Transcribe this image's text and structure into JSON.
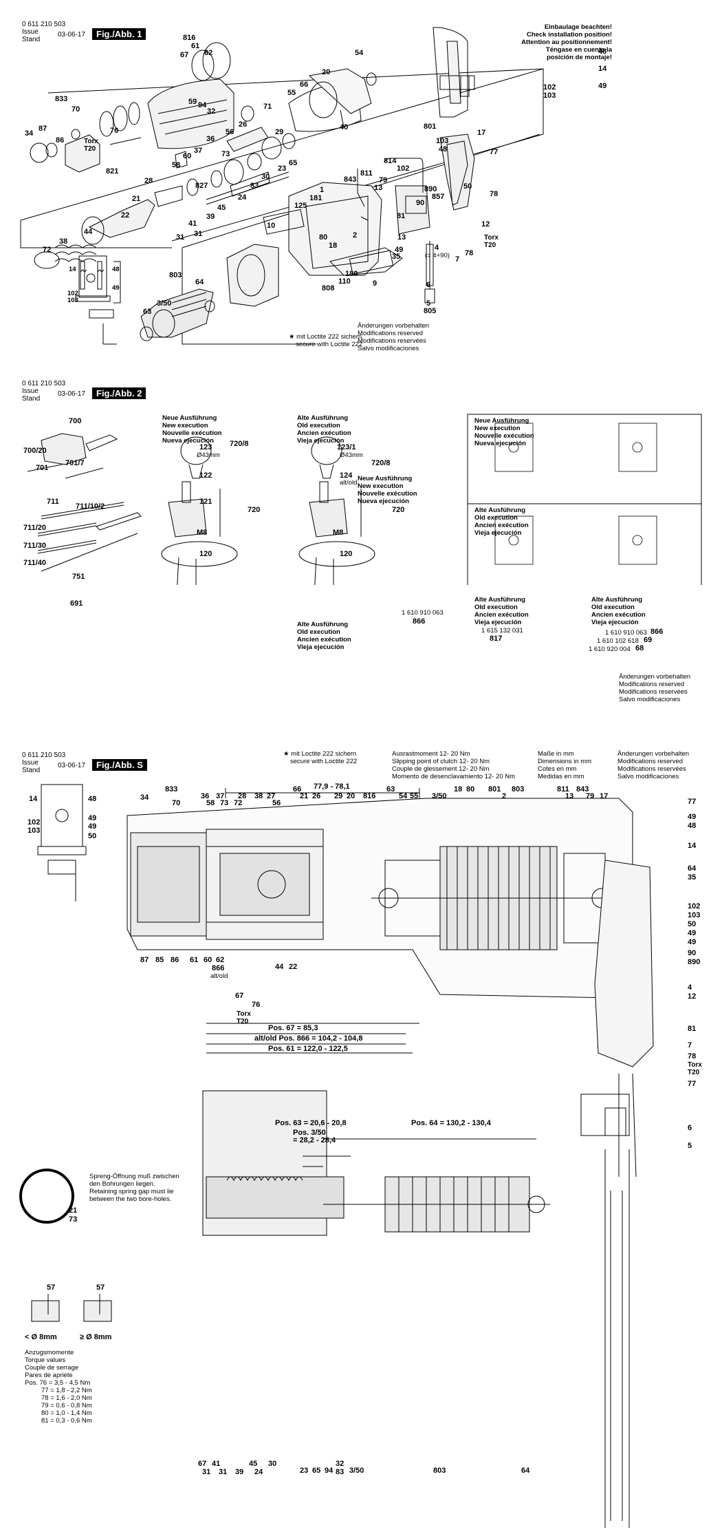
{
  "sheet1": {
    "part_no": "0 611 210 503",
    "issue_label": "Issue\nStand",
    "date": "03-06-17",
    "fig": "Fig./Abb. 1",
    "install_note": [
      "Einbaulage beachten!",
      "Check installation position!",
      "Attention au positionnement!",
      "Téngase en cuenta la",
      "posición de montaje!"
    ],
    "loctite": [
      "★ mit Loctite 222 sichern",
      "secure with Loctite 222"
    ],
    "mods": [
      "Änderungen vorbehalten",
      "Modifications reserved",
      "Modifications reservées",
      "Salvo modificaciones"
    ],
    "torx": "Torx\nT20",
    "labels": {
      "l816": "816",
      "l61": "61",
      "l67": "67",
      "l62": "62",
      "l54": "54",
      "l20": "20",
      "l833": "833",
      "l70": "70",
      "l66": "66",
      "l55": "55",
      "l59": "59",
      "l94": "94",
      "l32": "32",
      "l71": "71",
      "l87": "87",
      "l34": "34",
      "l86": "86",
      "l76": "76",
      "l26": "26",
      "l29": "29",
      "l40": "40",
      "l56": "56",
      "l36": "36",
      "l60": "60",
      "l37": "37",
      "l73": "73",
      "l58": "58",
      "l65": "65",
      "l23": "23",
      "l30": "30",
      "l821": "821",
      "l28": "28",
      "l827": "827",
      "l83": "83",
      "l24": "24",
      "l21": "21",
      "l45": "45",
      "l39": "39",
      "l22": "22",
      "l41": "41",
      "l31a": "31",
      "l31b": "31",
      "l44": "44",
      "l38": "38",
      "l72": "72",
      "l801": "801",
      "l17": "17",
      "l103": "103",
      "l48": "48",
      "l77": "77",
      "l814": "814",
      "l102": "102",
      "l811": "811",
      "l79": "79",
      "l843": "843",
      "l13a": "13",
      "l13b": "13",
      "l1": "1",
      "l181": "181",
      "l125": "125",
      "l10": "10",
      "l890": "890",
      "l90": "90",
      "l857": "857",
      "l50": "50",
      "l78": "78",
      "l81": "81",
      "l12": "12",
      "l80": "80",
      "l35": "35",
      "l18": "18",
      "l2": "2",
      "l180": "180",
      "l110": "110",
      "l808": "808",
      "l9": "9",
      "l49": "49",
      "l4": "4",
      "l4b": "(= 4+90)",
      "l7": "7",
      "l78b": "78",
      "l6": "6",
      "l5": "5",
      "l805": "805",
      "l803": "803",
      "l64": "64",
      "l63": "63",
      "l350": "3/50",
      "l14": "14",
      "l48w": "48",
      "l49w": "49",
      "l102w": "102",
      "l103w": "103",
      "l14b": "14",
      "l102b": "102",
      "l103b": "103",
      "l49b": "49"
    }
  },
  "sheet2": {
    "part_no": "0 611 210 503",
    "issue_label": "Issue\nStand",
    "date": "03-06-17",
    "fig": "Fig./Abb. 2",
    "new_exec": [
      "Neue Ausführung",
      "New execution",
      "Nouvelle exécution",
      "Nueva ejecución"
    ],
    "old_exec": [
      "Alte Ausführung",
      "Old execution",
      "Ancien exécution",
      "Vieja ejecución"
    ],
    "mods": [
      "Änderungen vorbehalten",
      "Modifications reserved",
      "Modifications reservées",
      "Salvo modificaciones"
    ],
    "labels": {
      "l700": "700",
      "l70020": "700/20",
      "l701": "701",
      "l7017": "701/7",
      "l711": "711",
      "l71102": "711/10/2",
      "l71120": "711/20",
      "l71130": "711/30",
      "l71140": "711/40",
      "l751": "751",
      "l691": "691",
      "l123": "123",
      "l43a": "Ø43mm",
      "l122": "122",
      "l7208": "720/8",
      "l121": "121",
      "l720": "720",
      "l120": "120",
      "lM8": "M8",
      "l1231": "123/1",
      "l43b": "Ø43mm",
      "l7208b": "720/8",
      "l124": "124",
      "l124b": "alt/old",
      "l720b": "720",
      "l120b": "120",
      "lM8b": "M8",
      "p866": "1 610 910 063",
      "l866": "866",
      "p817": "1 615 132 031",
      "l817": "817",
      "p866b": "1 610 910 063",
      "l866b": "866",
      "p69": "1 610 102 618",
      "l69": "69",
      "p68": "1 610 920 004",
      "l68": "68"
    }
  },
  "sheet3": {
    "part_no": "0 611 210 503",
    "issue_label": "Issue\nStand",
    "date": "03-06-17",
    "fig": "Fig./Abb. S",
    "loctite": [
      "★ mit Loctite 222 sichern",
      "secure with Loctite 222"
    ],
    "clutch": [
      "Ausrastmoment 12- 20 Nm",
      "Slipping point of clutch 12- 20 Nm",
      "Couple de glessement 12- 20 Nm",
      "Momento de desenclavamiento 12- 20 Nm"
    ],
    "dims": [
      "Maße in mm",
      "Dimensions in mm",
      "Cotes en mm",
      "Medidas en mm"
    ],
    "mods": [
      "Änderungen vorbehalten",
      "Modifications reserved",
      "Modifications reservées",
      "Salvo modificaciones"
    ],
    "spring_note": [
      "Spreng-Öffnung muß zwischen",
      "den Bohrungen liegen.",
      "Retaining spring gap must lie",
      "between the two bore-holes."
    ],
    "torque_title": [
      "Anzugsmomente",
      "Torque values",
      "Couple de serrage",
      "Pares de apriete"
    ],
    "torque": [
      "Pos. 76 = 3,5 - 4,5 Nm",
      "77 = 1,8 - 2,2 Nm",
      "78 = 1,6 - 2,0 Nm",
      "79 = 0,6 - 0,8 Nm",
      "80 = 1,0 - 1,4 Nm",
      "81 = 0,3 - 0,6 Nm"
    ],
    "dim779": "77,9 - 78,1",
    "pos67": "Pos. 67 = 85,3",
    "pos866": "alt/old Pos. 866 = 104,2 - 104,8",
    "pos61": "Pos. 61 = 122,0 - 122,5",
    "pos63": "Pos. 63 = 20,6 - 20,8",
    "pos350": "Pos. 3/50",
    "pos350v": "= 28,2 - 28,4",
    "pos64": "Pos. 64 = 130,2 - 130,4",
    "lt8": "< Ø 8mm",
    "ge8": "≥ Ø 8mm",
    "torx": "Torx\nT20",
    "top_labels": [
      "34",
      "833",
      "70",
      "36",
      "58",
      "37",
      "73",
      "72",
      "28",
      "38",
      "27",
      "56",
      "66",
      "21",
      "26",
      "29",
      "20",
      "816",
      "63",
      "54",
      "55",
      "3/50",
      "18",
      "80",
      "801",
      "2",
      "803",
      "811",
      "13",
      "843",
      "79",
      "17"
    ],
    "bottom_labels": [
      "87",
      "85",
      "86",
      "61",
      "60",
      "62",
      "866",
      "alt/old",
      "44",
      "22",
      "67",
      "76"
    ],
    "right_labels": [
      "77",
      "49",
      "48",
      "14",
      "64",
      "35",
      "102",
      "103",
      "50",
      "49",
      "49",
      "90",
      "890",
      "4",
      "12",
      "81",
      "7",
      "78",
      "77",
      "6",
      "5"
    ],
    "small_labels": [
      "57",
      "57"
    ],
    "bot2_labels": [
      "67",
      "41",
      "45",
      "30",
      "23",
      "65",
      "94",
      "32",
      "3/50",
      "83",
      "803",
      "64",
      "31",
      "31",
      "39",
      "24"
    ],
    "left_labels": [
      "14",
      "48",
      "49",
      "49",
      "102",
      "103",
      "50",
      "21",
      "73"
    ]
  }
}
